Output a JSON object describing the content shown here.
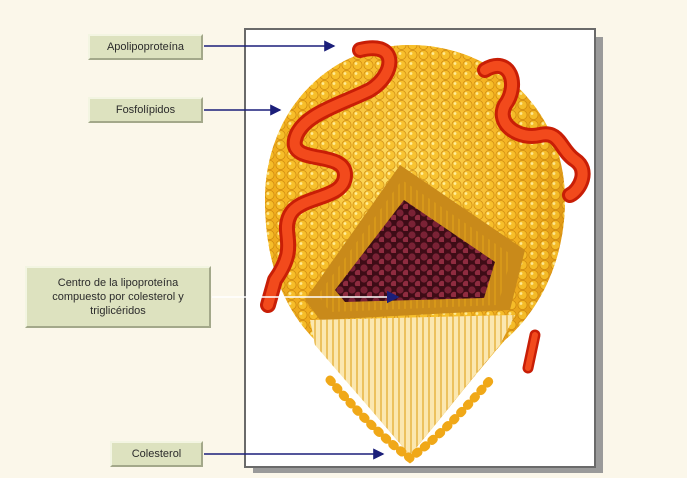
{
  "labels": {
    "apolipoprotein": "Apolipoproteína",
    "phospholipids": "Fosfolípidos",
    "core": "Centro de la lipoproteína\ncompuesto por colesterol y\ntriglicéridos",
    "cholesterol": "Colesterol"
  },
  "colors": {
    "background": "#fbf7ea",
    "label_box": "#dde2bf",
    "arrow": "#1b1f7a",
    "shell": "#f5b320",
    "apolipoprotein": "#e8320f",
    "core": "#5a1525"
  },
  "icons": [
    "arrow-right-icon"
  ]
}
